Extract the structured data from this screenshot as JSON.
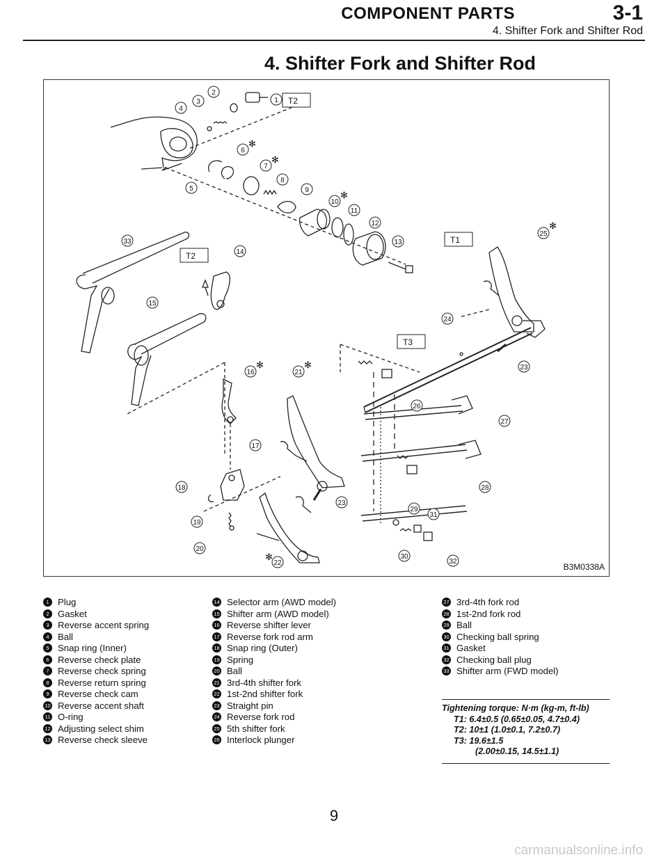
{
  "header": {
    "section_title": "COMPONENT PARTS",
    "section_number": "3-1",
    "subtitle": "4. Shifter Fork and Shifter Rod"
  },
  "title": "4. Shifter Fork and Shifter Rod",
  "figure": {
    "code": "B3M0338A",
    "torque_tags": [
      "T2",
      "T2",
      "T1",
      "T3"
    ],
    "callouts": [
      "1",
      "2",
      "3",
      "4",
      "5",
      "6",
      "7",
      "8",
      "9",
      "10",
      "11",
      "12",
      "13",
      "14",
      "15",
      "16",
      "17",
      "18",
      "19",
      "20",
      "21",
      "22",
      "23",
      "23",
      "24",
      "25",
      "26",
      "27",
      "28",
      "29",
      "30",
      "31",
      "32",
      "33"
    ],
    "star": "✻"
  },
  "parts": [
    {
      "n": "1",
      "label": "Plug"
    },
    {
      "n": "2",
      "label": "Gasket"
    },
    {
      "n": "3",
      "label": "Reverse accent spring"
    },
    {
      "n": "4",
      "label": "Ball"
    },
    {
      "n": "5",
      "label": "Snap ring (Inner)"
    },
    {
      "n": "6",
      "label": "Reverse check plate"
    },
    {
      "n": "7",
      "label": "Reverse check spring"
    },
    {
      "n": "8",
      "label": "Reverse return spring"
    },
    {
      "n": "9",
      "label": "Reverse check cam"
    },
    {
      "n": "10",
      "label": "Reverse accent shaft"
    },
    {
      "n": "11",
      "label": "O-ring"
    },
    {
      "n": "12",
      "label": "Adjusting select shim"
    },
    {
      "n": "13",
      "label": "Reverse check sleeve"
    },
    {
      "n": "14",
      "label": "Selector arm (AWD model)"
    },
    {
      "n": "15",
      "label": "Shifter arm (AWD model)"
    },
    {
      "n": "16",
      "label": "Reverse shifter lever"
    },
    {
      "n": "17",
      "label": "Reverse fork rod arm"
    },
    {
      "n": "18",
      "label": "Snap ring (Outer)"
    },
    {
      "n": "19",
      "label": "Spring"
    },
    {
      "n": "20",
      "label": "Ball"
    },
    {
      "n": "21",
      "label": "3rd-4th shifter fork"
    },
    {
      "n": "22",
      "label": "1st-2nd shifter fork"
    },
    {
      "n": "23",
      "label": "Straight pin"
    },
    {
      "n": "24",
      "label": "Reverse fork rod"
    },
    {
      "n": "25",
      "label": "5th shifter fork"
    },
    {
      "n": "26",
      "label": "Interlock plunger"
    },
    {
      "n": "27",
      "label": "3rd-4th fork rod"
    },
    {
      "n": "28",
      "label": "1st-2nd fork rod"
    },
    {
      "n": "29",
      "label": "Ball"
    },
    {
      "n": "30",
      "label": "Checking ball spring"
    },
    {
      "n": "31",
      "label": "Gasket"
    },
    {
      "n": "32",
      "label": "Checking ball plug"
    },
    {
      "n": "33",
      "label": "Shifter arm (FWD model)"
    }
  ],
  "torque": {
    "heading": "Tightening torque: N·m (kg-m, ft-lb)",
    "t1": "T1: 6.4±0.5 (0.65±0.05, 4.7±0.4)",
    "t2": "T2: 10±1 (1.0±0.1, 7.2±0.7)",
    "t3": "T3: 19.6±1.5",
    "t3b": "(2.00±0.15, 14.5±1.1)"
  },
  "page_number": "9",
  "watermark": "carmanualsonline.info"
}
